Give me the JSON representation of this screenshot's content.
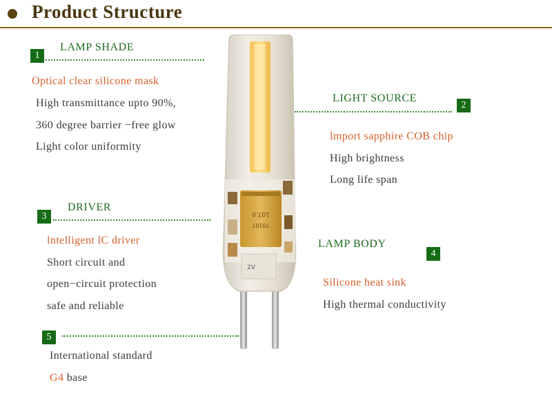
{
  "header": {
    "title": "Product Structure"
  },
  "sections": {
    "lamp_shade": {
      "number": "1",
      "title": "LAMP SHADE",
      "highlight": "Optical clear silicone mask",
      "lines": [
        "High transmittance upto 90%,",
        "360 degree barrier −free glow",
        "Light color uniformity"
      ]
    },
    "light_source": {
      "number": "2",
      "title": "LIGHT SOURCE",
      "highlight": "lmport sapphire COB chip",
      "lines": [
        "High brightness",
        "Long life span"
      ]
    },
    "driver": {
      "number": "3",
      "title": "DRIVER",
      "highlight": "lntelligent lC driver",
      "lines": [
        "Short circuit and",
        "open−circuit protection",
        "safe and reliable"
      ]
    },
    "lamp_body": {
      "number": "4",
      "title": "LAMP BODY",
      "highlight": "Silicone heat sink",
      "lines": [
        "High thermal conductivity"
      ]
    },
    "base": {
      "number": "5",
      "lines": [
        "International standard"
      ],
      "base_highlight": "G4",
      "base_text": " base"
    }
  },
  "lamp": {
    "capacitor_text": [
      "107.0",
      "70107"
    ],
    "voltage_mark": "2V"
  }
}
